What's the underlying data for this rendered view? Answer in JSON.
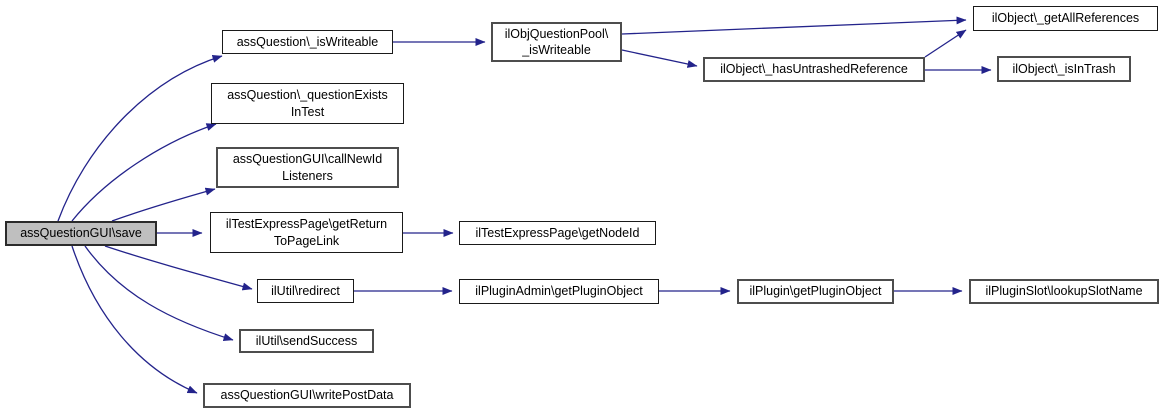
{
  "graph": {
    "type": "call-graph",
    "colors": {
      "edge": "#23238b",
      "background": "#ffffff",
      "selected_fill": "#bfbfbf",
      "node_border": "#1a1a1a",
      "node_border_muted": "#4d4d4d"
    },
    "nodes": {
      "save": {
        "label": "assQuestionGUI\\save",
        "selected": true,
        "muted_border": false,
        "linked": false
      },
      "ass_question_is_writeable": {
        "label": "assQuestion\\_isWriteable",
        "selected": false,
        "muted_border": false,
        "linked": true
      },
      "question_exists_in_test": {
        "label": "assQuestion\\_questionExists\nInTest",
        "selected": false,
        "muted_border": false,
        "linked": true
      },
      "call_new_id_listeners": {
        "label": "assQuestionGUI\\callNewId\nListeners",
        "selected": false,
        "muted_border": true,
        "linked": false
      },
      "get_return_to_page_link": {
        "label": "ilTestExpressPage\\getReturn\nToPageLink",
        "selected": false,
        "muted_border": false,
        "linked": true
      },
      "redirect": {
        "label": "ilUtil\\redirect",
        "selected": false,
        "muted_border": false,
        "linked": true
      },
      "send_success": {
        "label": "ilUtil\\sendSuccess",
        "selected": false,
        "muted_border": true,
        "linked": false
      },
      "write_post_data": {
        "label": "assQuestionGUI\\writePostData",
        "selected": false,
        "muted_border": true,
        "linked": false
      },
      "pool_is_writeable": {
        "label": "ilObjQuestionPool\\\n_isWriteable",
        "selected": false,
        "muted_border": true,
        "linked": false
      },
      "has_untrashed_reference": {
        "label": "ilObject\\_hasUntrashedReference",
        "selected": false,
        "muted_border": true,
        "linked": false
      },
      "get_node_id": {
        "label": "ilTestExpressPage\\getNodeId",
        "selected": false,
        "muted_border": false,
        "linked": true
      },
      "plugin_admin_get_plugin_object": {
        "label": "ilPluginAdmin\\getPluginObject",
        "selected": false,
        "muted_border": false,
        "linked": true
      },
      "plugin_get_plugin_object": {
        "label": "ilPlugin\\getPluginObject",
        "selected": false,
        "muted_border": true,
        "linked": false
      },
      "get_all_references": {
        "label": "ilObject\\_getAllReferences",
        "selected": false,
        "muted_border": false,
        "linked": true
      },
      "is_in_trash": {
        "label": "ilObject\\_isInTrash",
        "selected": false,
        "muted_border": true,
        "linked": false
      },
      "lookup_slot_name": {
        "label": "ilPluginSlot\\lookupSlotName",
        "selected": false,
        "muted_border": true,
        "linked": false
      }
    },
    "edges": [
      {
        "from": "save",
        "to": "ass_question_is_writeable"
      },
      {
        "from": "save",
        "to": "question_exists_in_test"
      },
      {
        "from": "save",
        "to": "call_new_id_listeners"
      },
      {
        "from": "save",
        "to": "get_return_to_page_link"
      },
      {
        "from": "save",
        "to": "redirect"
      },
      {
        "from": "save",
        "to": "send_success"
      },
      {
        "from": "save",
        "to": "write_post_data"
      },
      {
        "from": "ass_question_is_writeable",
        "to": "pool_is_writeable"
      },
      {
        "from": "pool_is_writeable",
        "to": "get_all_references"
      },
      {
        "from": "pool_is_writeable",
        "to": "has_untrashed_reference"
      },
      {
        "from": "has_untrashed_reference",
        "to": "get_all_references"
      },
      {
        "from": "has_untrashed_reference",
        "to": "is_in_trash"
      },
      {
        "from": "get_return_to_page_link",
        "to": "get_node_id"
      },
      {
        "from": "redirect",
        "to": "plugin_admin_get_plugin_object"
      },
      {
        "from": "plugin_admin_get_plugin_object",
        "to": "plugin_get_plugin_object"
      },
      {
        "from": "plugin_get_plugin_object",
        "to": "lookup_slot_name"
      }
    ]
  }
}
